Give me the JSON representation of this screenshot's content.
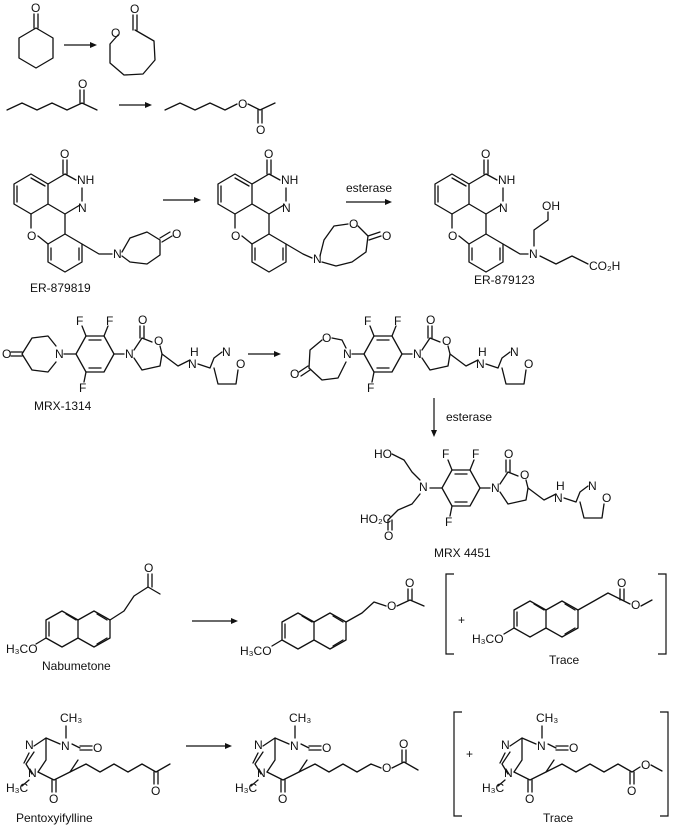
{
  "arrows": {
    "esterase_1": "esterase",
    "esterase_2": "esterase"
  },
  "compounds": {
    "er_879819": "ER-879819",
    "er_879123": "ER-879123",
    "mrx_1314": "MRX-1314",
    "mrx_4451": "MRX 4451",
    "nabumetone": "Nabumetone",
    "pentoxyifylline": "Pentoxyifylline",
    "trace_1": "Trace",
    "trace_2": "Trace"
  },
  "atoms": {
    "O": "O",
    "N": "N",
    "F": "F",
    "H": "H",
    "NH": "NH",
    "HN": "HN",
    "OH": "OH",
    "HO": "HO",
    "HO2C": "HO₂C",
    "CO2H": "CO₂H",
    "H3CO": "H₃CO",
    "CH3": "CH₃",
    "H3C": "H₃C",
    "plus": "+"
  }
}
